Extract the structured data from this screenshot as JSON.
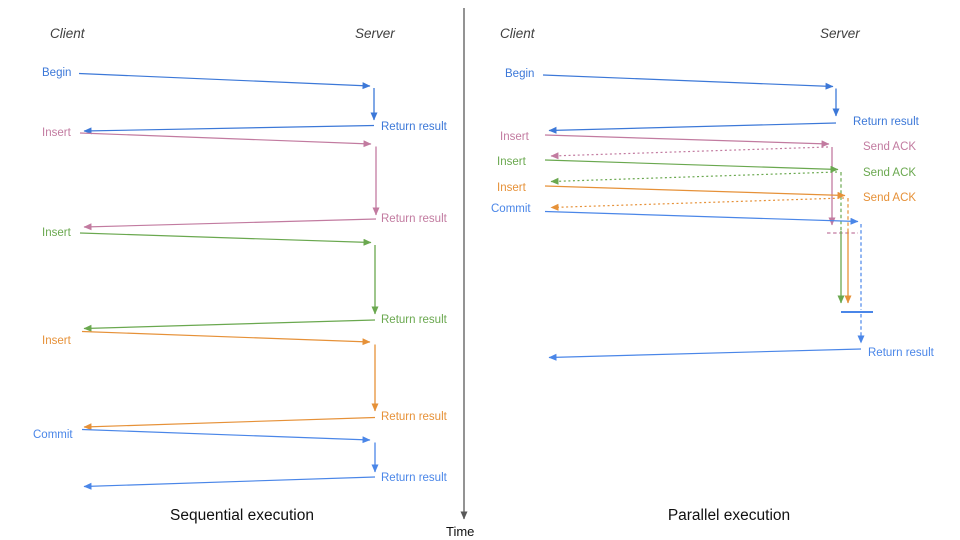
{
  "colors": {
    "blue1": "#3c78d8",
    "blue2": "#4a86e8",
    "pink": "#c27ba0",
    "green": "#6aa84f",
    "orange": "#e69138",
    "axis": "#595959"
  },
  "panels": {
    "sequential": {
      "title": "Sequential execution",
      "client_header": "Client",
      "server_header": "Server",
      "operations": [
        {
          "label": "Begin",
          "color": "blue1",
          "response": "Return result"
        },
        {
          "label": "Insert",
          "color": "pink",
          "response": "Return result"
        },
        {
          "label": "Insert",
          "color": "green",
          "response": "Return result"
        },
        {
          "label": "Insert",
          "color": "orange",
          "response": "Return result"
        },
        {
          "label": "Commit",
          "color": "blue2",
          "response": "Return result"
        }
      ]
    },
    "parallel": {
      "title": "Parallel execution",
      "client_header": "Client",
      "server_header": "Server",
      "operations": [
        {
          "label": "Begin",
          "color": "blue1",
          "response": "Return result"
        },
        {
          "label": "Insert",
          "color": "pink",
          "response": "Send ACK"
        },
        {
          "label": "Insert",
          "color": "green",
          "response": "Send ACK"
        },
        {
          "label": "Insert",
          "color": "orange",
          "response": "Send ACK"
        },
        {
          "label": "Commit",
          "color": "blue2",
          "response": "Return result"
        }
      ]
    }
  },
  "time_axis": {
    "label": "Time"
  }
}
